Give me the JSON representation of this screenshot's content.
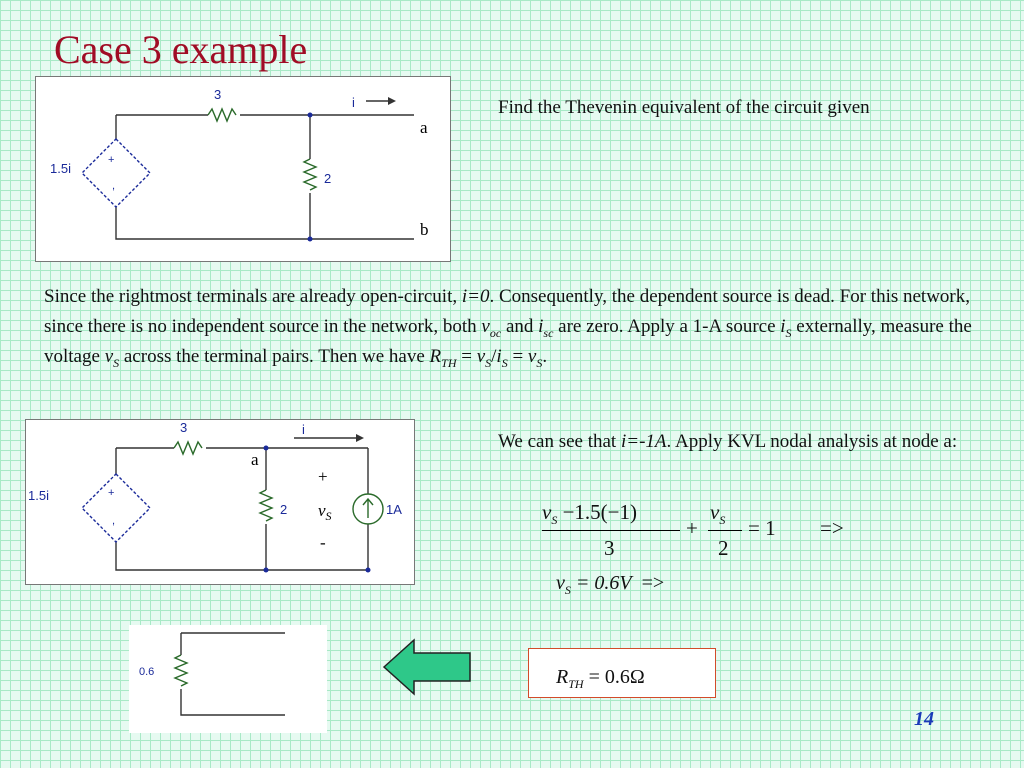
{
  "title": "Case 3 example",
  "circuit1": {
    "resistor_top": "3",
    "resistor_shunt": "2",
    "source": "1.5i",
    "current": "i",
    "node_a": "a",
    "node_b": "b"
  },
  "intro": "Find the Thevenin equivalent of the circuit given",
  "para": {
    "s1": "Since the rightmost terminals are already open-circuit, ",
    "s1_i": "i=0",
    "s2": ". Consequently, the dependent source is dead.  For this network, since there is no independent source in the network, both ",
    "v": "v",
    "oc": "oc",
    "and": " and ",
    "i": "i",
    "sc": "sc",
    "s3": " are zero. Apply a 1-A source ",
    "iS": "i",
    "S1": "S",
    "s4": " externally, measure the voltage ",
    "vS": "v",
    "S2": "S",
    "s5": " across the terminal pairs. Then we have ",
    "R": "R",
    "TH": "TH",
    "eq1": " = ",
    "v2": "v",
    "S3": "S",
    "slash": "/",
    "i2": "i",
    "S4": "S",
    "eq2": " = ",
    "v3": "v",
    "S5": "S",
    "end": "."
  },
  "circuit2": {
    "resistor_top": "3",
    "resistor_shunt": "2",
    "source": "1.5i",
    "current": "i",
    "node_a": "a",
    "plus": "+",
    "vs": "v",
    "vs_sub": "S",
    "minus": "-",
    "current_source": "1A"
  },
  "kvl": {
    "t1": "We can see that ",
    "ival": "i=-1A",
    "t2": ". Apply KVL nodal analysis at node a:"
  },
  "equation": {
    "num1_v": "v",
    "num1_sub": "S",
    "num1_rest": " −1.5(−1)",
    "den1": "3",
    "plus": "+",
    "num2_v": "v",
    "num2_sub": "S",
    "den2": "2",
    "rhs": "= 1",
    "arrow": "=>"
  },
  "vs_result": {
    "v": "v",
    "sub": "S",
    "rest": " = 0.6V",
    "arrow": "  =>"
  },
  "circuit3": {
    "resistor": "0.6"
  },
  "rth": {
    "R": "R",
    "sub": "TH",
    "rest": " = 0.6Ω"
  },
  "page_number": "14",
  "colors": {
    "title": "#a00c25",
    "arrow_fill": "#2ec889",
    "box_border": "#d34b2a",
    "page_number": "#1a3ab8"
  }
}
